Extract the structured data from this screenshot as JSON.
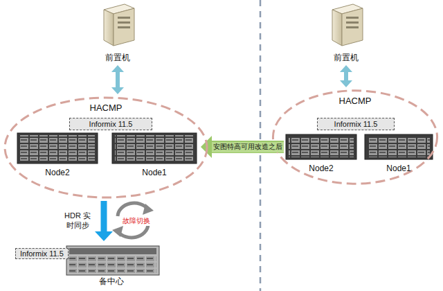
{
  "diagram": {
    "nodes": [
      {
        "text": [
          "前置机"
        ]
      },
      {
        "text": [
          "HACMP"
        ]
      },
      {
        "text": [
          "Informix 11.5"
        ],
        "in": 1
      },
      {
        "text": [
          "Node2"
        ],
        "in": 1
      },
      {
        "text": [
          "Node1"
        ],
        "in": 1
      },
      {
        "text": [
          "Informix 11.5",
          "备中心"
        ]
      },
      {
        "text": [
          "前置机"
        ]
      },
      {
        "text": [
          "HACMP"
        ]
      },
      {
        "text": [
          "Informix 11.5"
        ],
        "in": 7
      },
      {
        "text": [
          "Node2"
        ],
        "in": 7
      },
      {
        "text": [
          "Node1"
        ],
        "in": 7
      }
    ],
    "edges": [
      {
        "from": 0,
        "to": 1,
        "arrow": "both"
      },
      {
        "from": 6,
        "to": 7,
        "arrow": "both"
      },
      {
        "from": 7,
        "to": 1,
        "label": "安图特高可用改造之后",
        "arrow": "to"
      },
      {
        "from": 1,
        "to": 5,
        "label": "HDR 实时同步",
        "arrow": "to"
      }
    ],
    "labels": [
      "故障切换"
    ]
  }
}
